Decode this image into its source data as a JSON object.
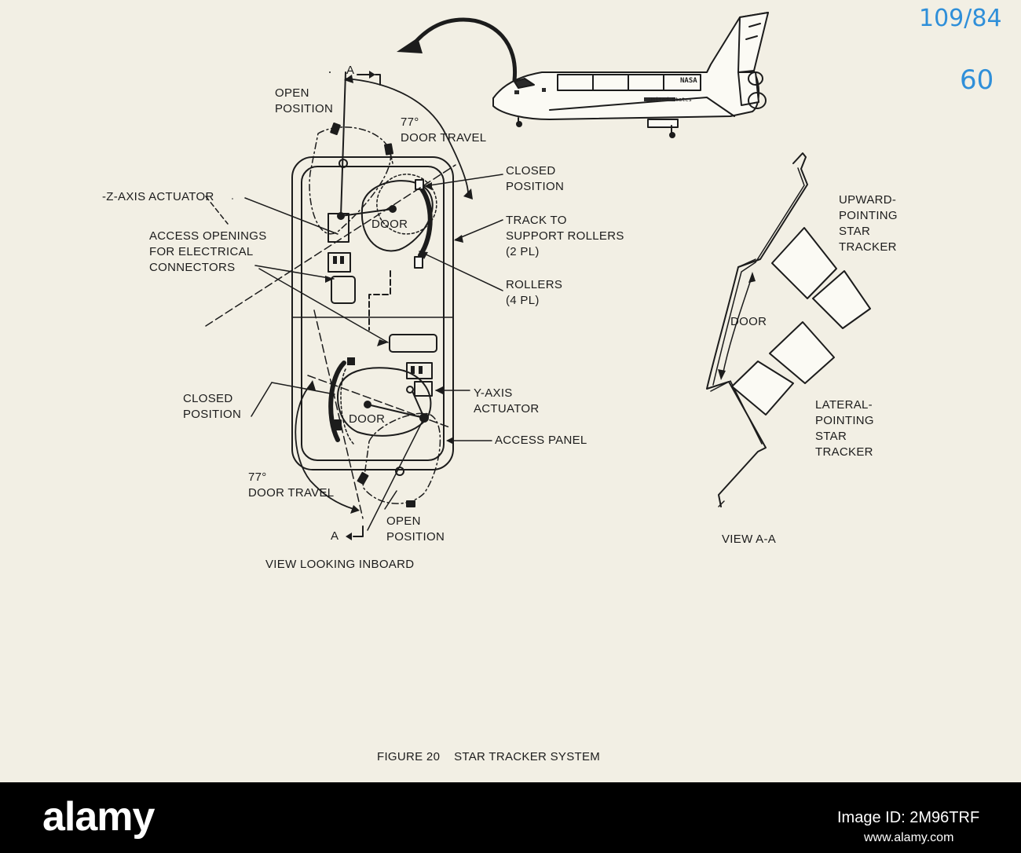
{
  "handwritten": {
    "top": "109/84",
    "bottom": "60"
  },
  "section_marks": {
    "top": "A",
    "bottom": "A"
  },
  "door_labels": {
    "upper": "DOOR",
    "lower": "DOOR",
    "view_a": "DOOR"
  },
  "callouts": {
    "open_position_top": "OPEN\nPOSITION",
    "door_travel_top": "77°\nDOOR TRAVEL",
    "closed_position_right": "CLOSED\nPOSITION",
    "z_axis_actuator": "-Z-AXIS ACTUATOR",
    "track": "TRACK TO\nSUPPORT ROLLERS\n(2 PL)",
    "access_openings": "ACCESS OPENINGS\nFOR ELECTRICAL\nCONNECTORS",
    "rollers": "ROLLERS\n(4 PL)",
    "closed_position_left": "CLOSED\nPOSITION",
    "y_axis_actuator": "Y-AXIS\nACTUATOR",
    "access_panel": "ACCESS PANEL",
    "door_travel_bottom": "77°\nDOOR TRAVEL",
    "open_position_bottom": "OPEN\nPOSITION",
    "upward_tracker": "UPWARD-\nPOINTING\nSTAR\nTRACKER",
    "lateral_tracker": "LATERAL-\nPOINTING\nSTAR\nTRACKER"
  },
  "view_titles": {
    "inboard": "VIEW LOOKING INBOARD",
    "section": "VIEW A-A"
  },
  "figure_caption": "FIGURE 20    STAR TRACKER SYSTEM",
  "orbiter_markings": {
    "logo": "NASA",
    "name": "United States"
  },
  "stock_footer": {
    "brand": "alamy",
    "image_ref": "Image ID: 2M96TRF",
    "site": "www.alamy.com"
  }
}
